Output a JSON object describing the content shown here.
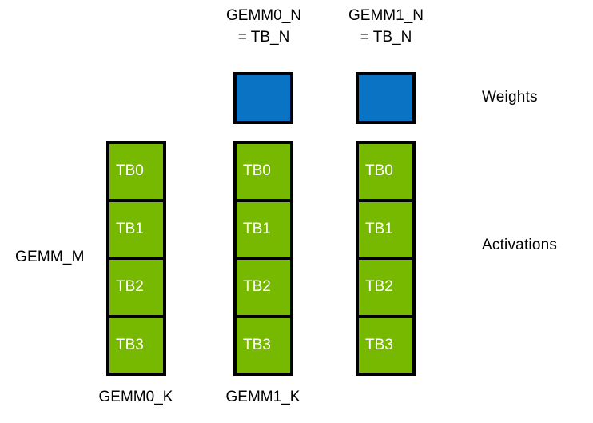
{
  "diagram": {
    "title_labels": {
      "gemm_m": "GEMM_M",
      "weights": "Weights",
      "activations": "Activations"
    },
    "colors": {
      "weights_fill": "#0b73c4",
      "activations_fill": "#76b900",
      "border": "#000000",
      "cell_text": "#ffffff",
      "background": "#ffffff"
    },
    "columns": [
      {
        "id": "gemm0",
        "top_header_lines": [],
        "bottom_label": "GEMM0_K",
        "has_weight_block": false,
        "cells": [
          "TB0",
          "TB1",
          "TB2",
          "TB3"
        ]
      },
      {
        "id": "gemm1",
        "top_header_lines": [
          "GEMM0_N",
          "= TB_N"
        ],
        "bottom_label": "GEMM1_K",
        "has_weight_block": true,
        "cells": [
          "TB0",
          "TB1",
          "TB2",
          "TB3"
        ]
      },
      {
        "id": "gemm2",
        "top_header_lines": [
          "GEMM1_N",
          "= TB_N"
        ],
        "bottom_label": "",
        "has_weight_block": true,
        "cells": [
          "TB0",
          "TB1",
          "TB2",
          "TB3"
        ]
      }
    ]
  }
}
